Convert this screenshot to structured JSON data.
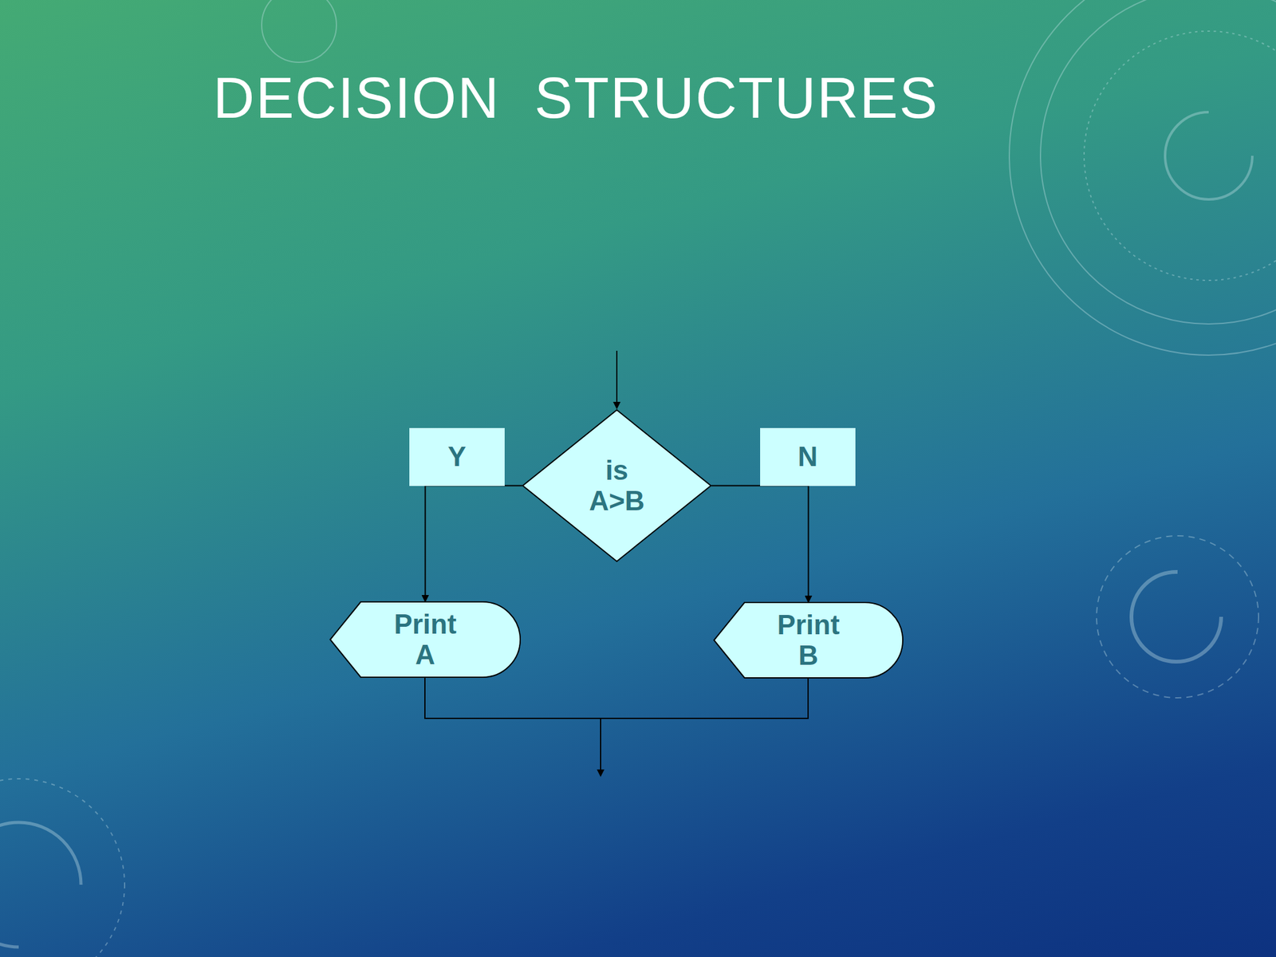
{
  "diagram": {
    "title": "DECISION  STRUCTURES",
    "nodes": [
      {
        "text": [
          "Y"
        ]
      },
      {
        "text": [
          "is A>B"
        ]
      },
      {
        "text": [
          "N"
        ]
      },
      {
        "text": [
          "Print A"
        ]
      },
      {
        "text": [
          "Print B"
        ]
      }
    ],
    "edges": [
      {
        "from": 1,
        "to": 3,
        "arrow": "to"
      },
      {
        "from": 1,
        "to": 4,
        "arrow": "to"
      }
    ]
  }
}
